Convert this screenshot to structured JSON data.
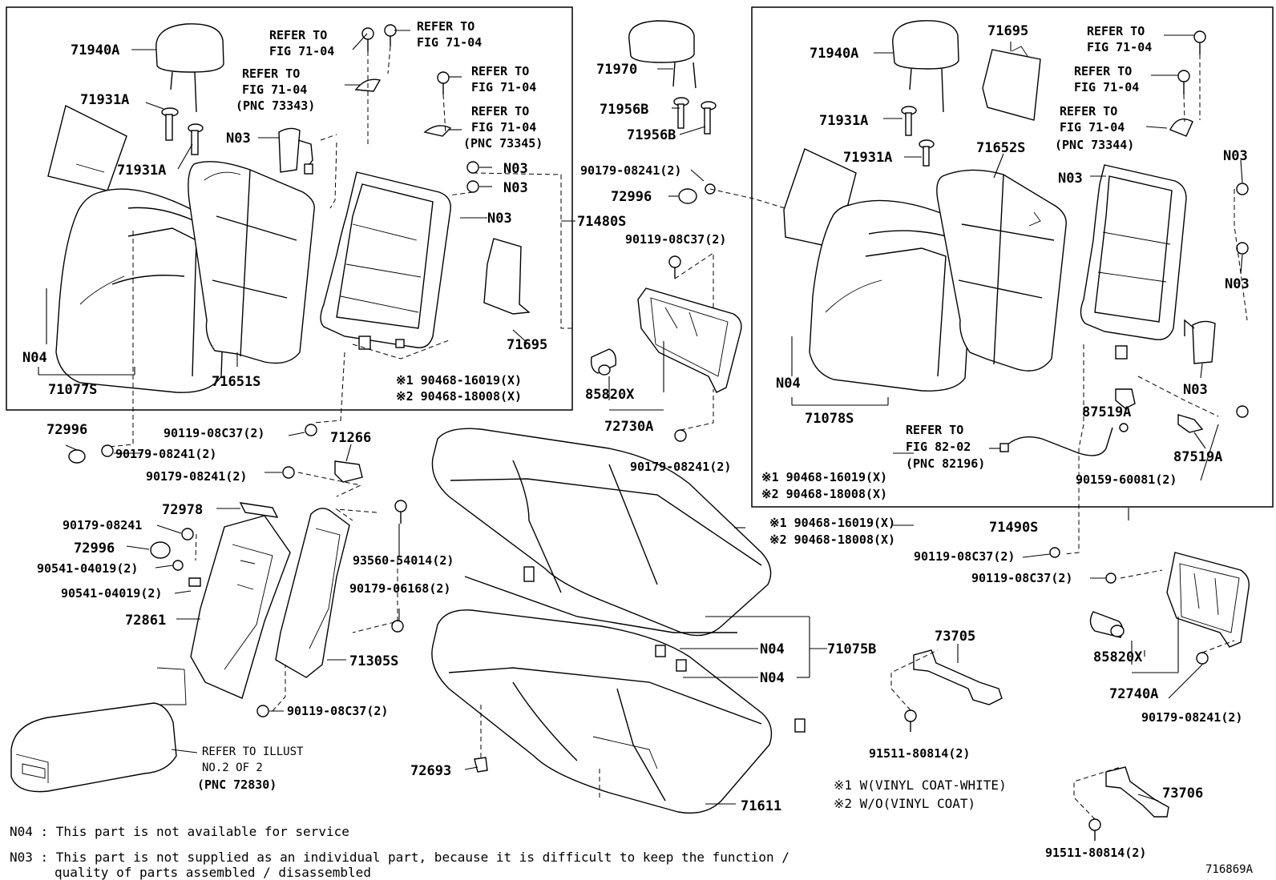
{
  "diagram": {
    "figure_id": "716869A",
    "labels": {
      "l_71940A_a": "71940A",
      "l_71931A_a": "71931A",
      "l_71931A_b": "71931A",
      "l_N04_a": "N04",
      "l_71077S": "71077S",
      "l_71651S": "71651S",
      "l_N03_a": "N03",
      "l_refer_a1": "REFER TO",
      "l_refer_a2": "FIG 71-04",
      "l_refer_b1": "REFER TO",
      "l_refer_b2": "FIG 71-04",
      "l_refer_c1": "REFER TO",
      "l_refer_c2": "FIG 71-04",
      "l_refer_c3": "(PNC 73343)",
      "l_refer_d1": "REFER TO",
      "l_refer_d2": "FIG 71-04",
      "l_refer_e1": "REFER TO",
      "l_refer_e2": "FIG 71-04",
      "l_refer_e3": "(PNC 73345)",
      "l_N03_b": "N03",
      "l_N03_c": "N03",
      "l_N03_d": "N03",
      "l_71480S": "71480S",
      "l_71695_a": "71695",
      "l_note1_a": "※1 90468-16019(X)",
      "l_note2_a": "※2 90468-18008(X)",
      "l_71970": "71970",
      "l_71956B_a": "71956B",
      "l_71956B_b": "71956B",
      "l_90179_a": "90179-08241(2)",
      "l_72996_a": "72996",
      "l_90119_a": "90119-08C37(2)",
      "l_85820X_a": "85820X",
      "l_72730A": "72730A",
      "l_90179_b": "90179-08241(2)",
      "l_71940A_b": "71940A",
      "l_71695_b": "71695",
      "l_refer_f1": "REFER TO",
      "l_refer_f2": "FIG 71-04",
      "l_refer_g1": "REFER TO",
      "l_refer_g2": "FIG 71-04",
      "l_refer_h1": "REFER TO",
      "l_refer_h2": "FIG 71-04",
      "l_refer_h3": "(PNC 73344)",
      "l_71931A_c": "71931A",
      "l_71931A_d": "71931A",
      "l_71652S": "71652S",
      "l_N03_e": "N03",
      "l_N03_f": "N03",
      "l_N03_g": "N03",
      "l_N03_h": "N03",
      "l_N04_b": "N04",
      "l_71078S": "71078S",
      "l_87519A_a": "87519A",
      "l_87519A_b": "87519A",
      "l_refer_i1": "REFER TO",
      "l_refer_i2": "FIG 82-02",
      "l_refer_i3": "(PNC 82196)",
      "l_90159": "90159-60081(2)",
      "l_note1_b": "※1 90468-16019(X)",
      "l_note2_b": "※2 90468-18008(X)",
      "l_71490S": "71490S",
      "l_72996_b": "72996",
      "l_90119_b": "90119-08C37(2)",
      "l_90179_c": "90179-08241(2)",
      "l_71266": "71266",
      "l_90179_d": "90179-08241(2)",
      "l_72978": "72978",
      "l_90179_e": "90179-08241",
      "l_72996_c": "72996",
      "l_90541_a": "90541-04019(2)",
      "l_90541_b": "90541-04019(2)",
      "l_72861": "72861",
      "l_93560": "93560-54014(2)",
      "l_90179_f": "90179-06168(2)",
      "l_71305S": "71305S",
      "l_90119_c": "90119-08C37(2)",
      "l_refer_j1": "REFER TO ILLUST",
      "l_refer_j2": "NO.2 OF 2",
      "l_refer_j3": "(PNC 72830)",
      "l_note1_c": "※1 90468-16019(X)",
      "l_note2_c": "※2 90468-18008(X)",
      "l_N04_c": "N04",
      "l_N04_d": "N04",
      "l_71075B": "71075B",
      "l_72693": "72693",
      "l_71611": "71611",
      "l_73705": "73705",
      "l_91511_a": "91511-80814(2)",
      "l_90119_d": "90119-08C37(2)",
      "l_90119_e": "90119-08C37(2)",
      "l_85820X_b": "85820X",
      "l_72740A": "72740A",
      "l_90179_g": "90179-08241(2)",
      "l_73706": "73706",
      "l_91511_b": "91511-80814(2)",
      "l_legend1": "※1 W(VINYL COAT-WHITE)",
      "l_legend2": "※2 W/O(VINYL COAT)"
    },
    "footnotes": {
      "n04": "N04 : This part is not available for service",
      "n03_line1": "N03 : This part is not supplied as an individual part, because it is difficult to keep the function /",
      "n03_line2": "quality of parts assembled / disassembled"
    }
  }
}
